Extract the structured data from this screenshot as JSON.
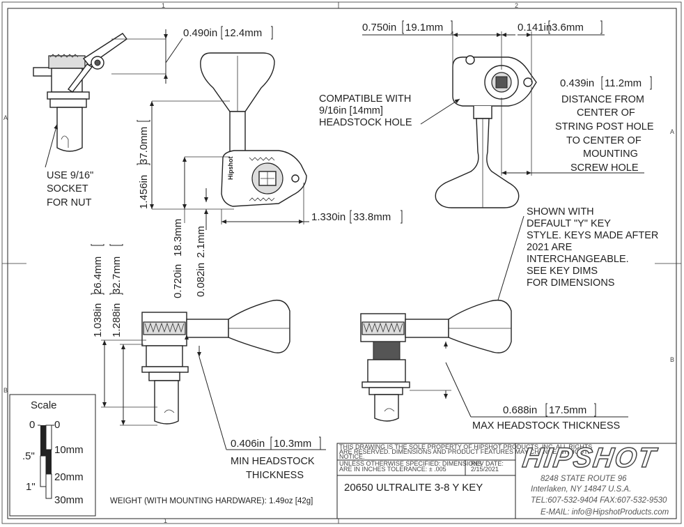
{
  "zones": {
    "col1": "1",
    "col2": "2",
    "rowA": "A",
    "rowB": "B"
  },
  "dims": {
    "d_0490": "0.490in",
    "d_0490_mm": "12.4mm",
    "d_1456": "1.456in",
    "d_1456_mm": "37.0mm",
    "d_0720": "0.720in",
    "d_0720_mm": "18.3mm",
    "d_0082": "0.082in",
    "d_0082_mm": "2.1mm",
    "d_1330": "1.330in",
    "d_1330_mm": "33.8mm",
    "d_0750": "0.750in",
    "d_0750_mm": "19.1mm",
    "d_0141": "0.141in",
    "d_0141_mm": "3.6mm",
    "d_0439": "0.439in",
    "d_0439_mm": "11.2mm",
    "d_1038": "1.038in",
    "d_1038_mm": "26.4mm",
    "d_1288": "1.288in",
    "d_1288_mm": "32.7mm",
    "d_0406": "0.406in",
    "d_0406_mm": "10.3mm",
    "d_0688": "0.688in",
    "d_0688_mm": "17.5mm"
  },
  "notes": {
    "socket": [
      "USE 9/16\"",
      "SOCKET",
      "FOR NUT"
    ],
    "compatible": [
      "COMPATIBLE WITH",
      "9/16in [14mm]",
      "HEADSTOCK HOLE"
    ],
    "distance": [
      "DISTANCE FROM",
      "CENTER OF",
      "STRING POST HOLE",
      "TO CENTER OF",
      "MOUNTING",
      "SCREW HOLE"
    ],
    "shown_with": [
      "SHOWN WITH",
      "DEFAULT \"Y\" KEY",
      "STYLE. KEYS MADE AFTER",
      "2021 ARE",
      "INTERCHANGEABLE.",
      "SEE KEY DIMS",
      "FOR DIMENSIONS"
    ],
    "min_headstock": [
      "MIN HEADSTOCK",
      "THICKNESS"
    ],
    "max_headstock": "MAX HEADSTOCK THICKNESS"
  },
  "scale": {
    "title": "Scale",
    "left_labels": [
      "0",
      ".5\"",
      "1\""
    ],
    "right_labels": [
      "0",
      "10mm",
      "20mm",
      "30mm"
    ]
  },
  "weight": "WEIGHT (WITH MOUNTING HARDWARE): 1.49oz [42g]",
  "title_block": {
    "property_notice": [
      "THIS DRAWING IS THE SOLE PROPERTY OF HIPSHOT PRODUCTS, INC. ALL RIGHTS",
      "ARE RESERVED. DIMENSIONS AND PRODUCT FEATURES MAY CHANGE WITHOUT",
      "NOTICE."
    ],
    "tolerance": [
      "UNLESS OTHERWISE SPECIFIED: DIMENSIONS",
      "ARE IN INCHES TOLERANCE:  ± .005"
    ],
    "rev_label": "REV DATE:",
    "rev_date": "2/15/2021",
    "part_name": "20650 ULTRALITE 3-8 Y KEY",
    "logo": "HIPSHOT",
    "address": [
      "8248 STATE ROUTE 96",
      "Interlaken, NY 14847 U.S.A.",
      "TEL:607-532-9404 FAX:607-532-9530",
      "E-MAIL: info@HipshotProducts.com"
    ]
  }
}
